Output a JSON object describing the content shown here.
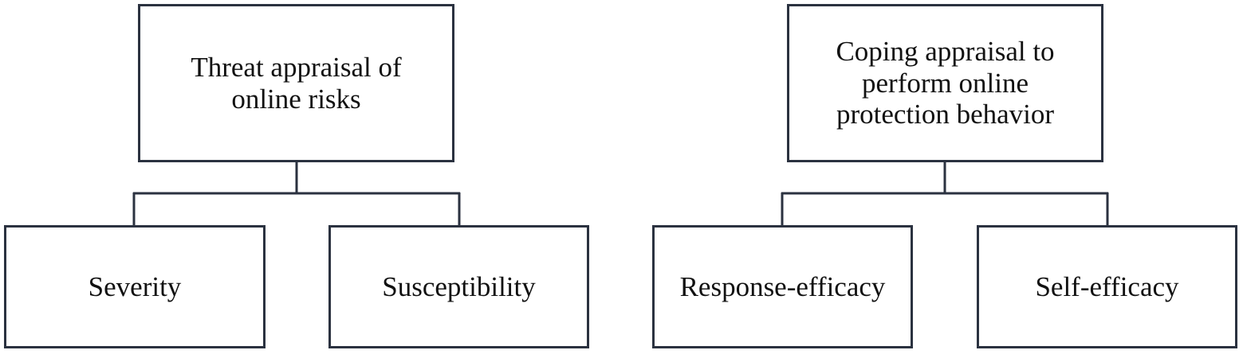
{
  "diagram": {
    "trees": [
      {
        "root": {
          "label": "Threat appraisal of\nonline risks"
        },
        "children": [
          {
            "label": "Severity"
          },
          {
            "label": "Susceptibility"
          }
        ]
      },
      {
        "root": {
          "label": "Coping appraisal to\nperform online\nprotection behavior"
        },
        "children": [
          {
            "label": "Response-efficacy"
          },
          {
            "label": "Self-efficacy"
          }
        ]
      }
    ],
    "colors": {
      "stroke": "#2b3240",
      "text": "#111111",
      "background": "#ffffff"
    }
  }
}
